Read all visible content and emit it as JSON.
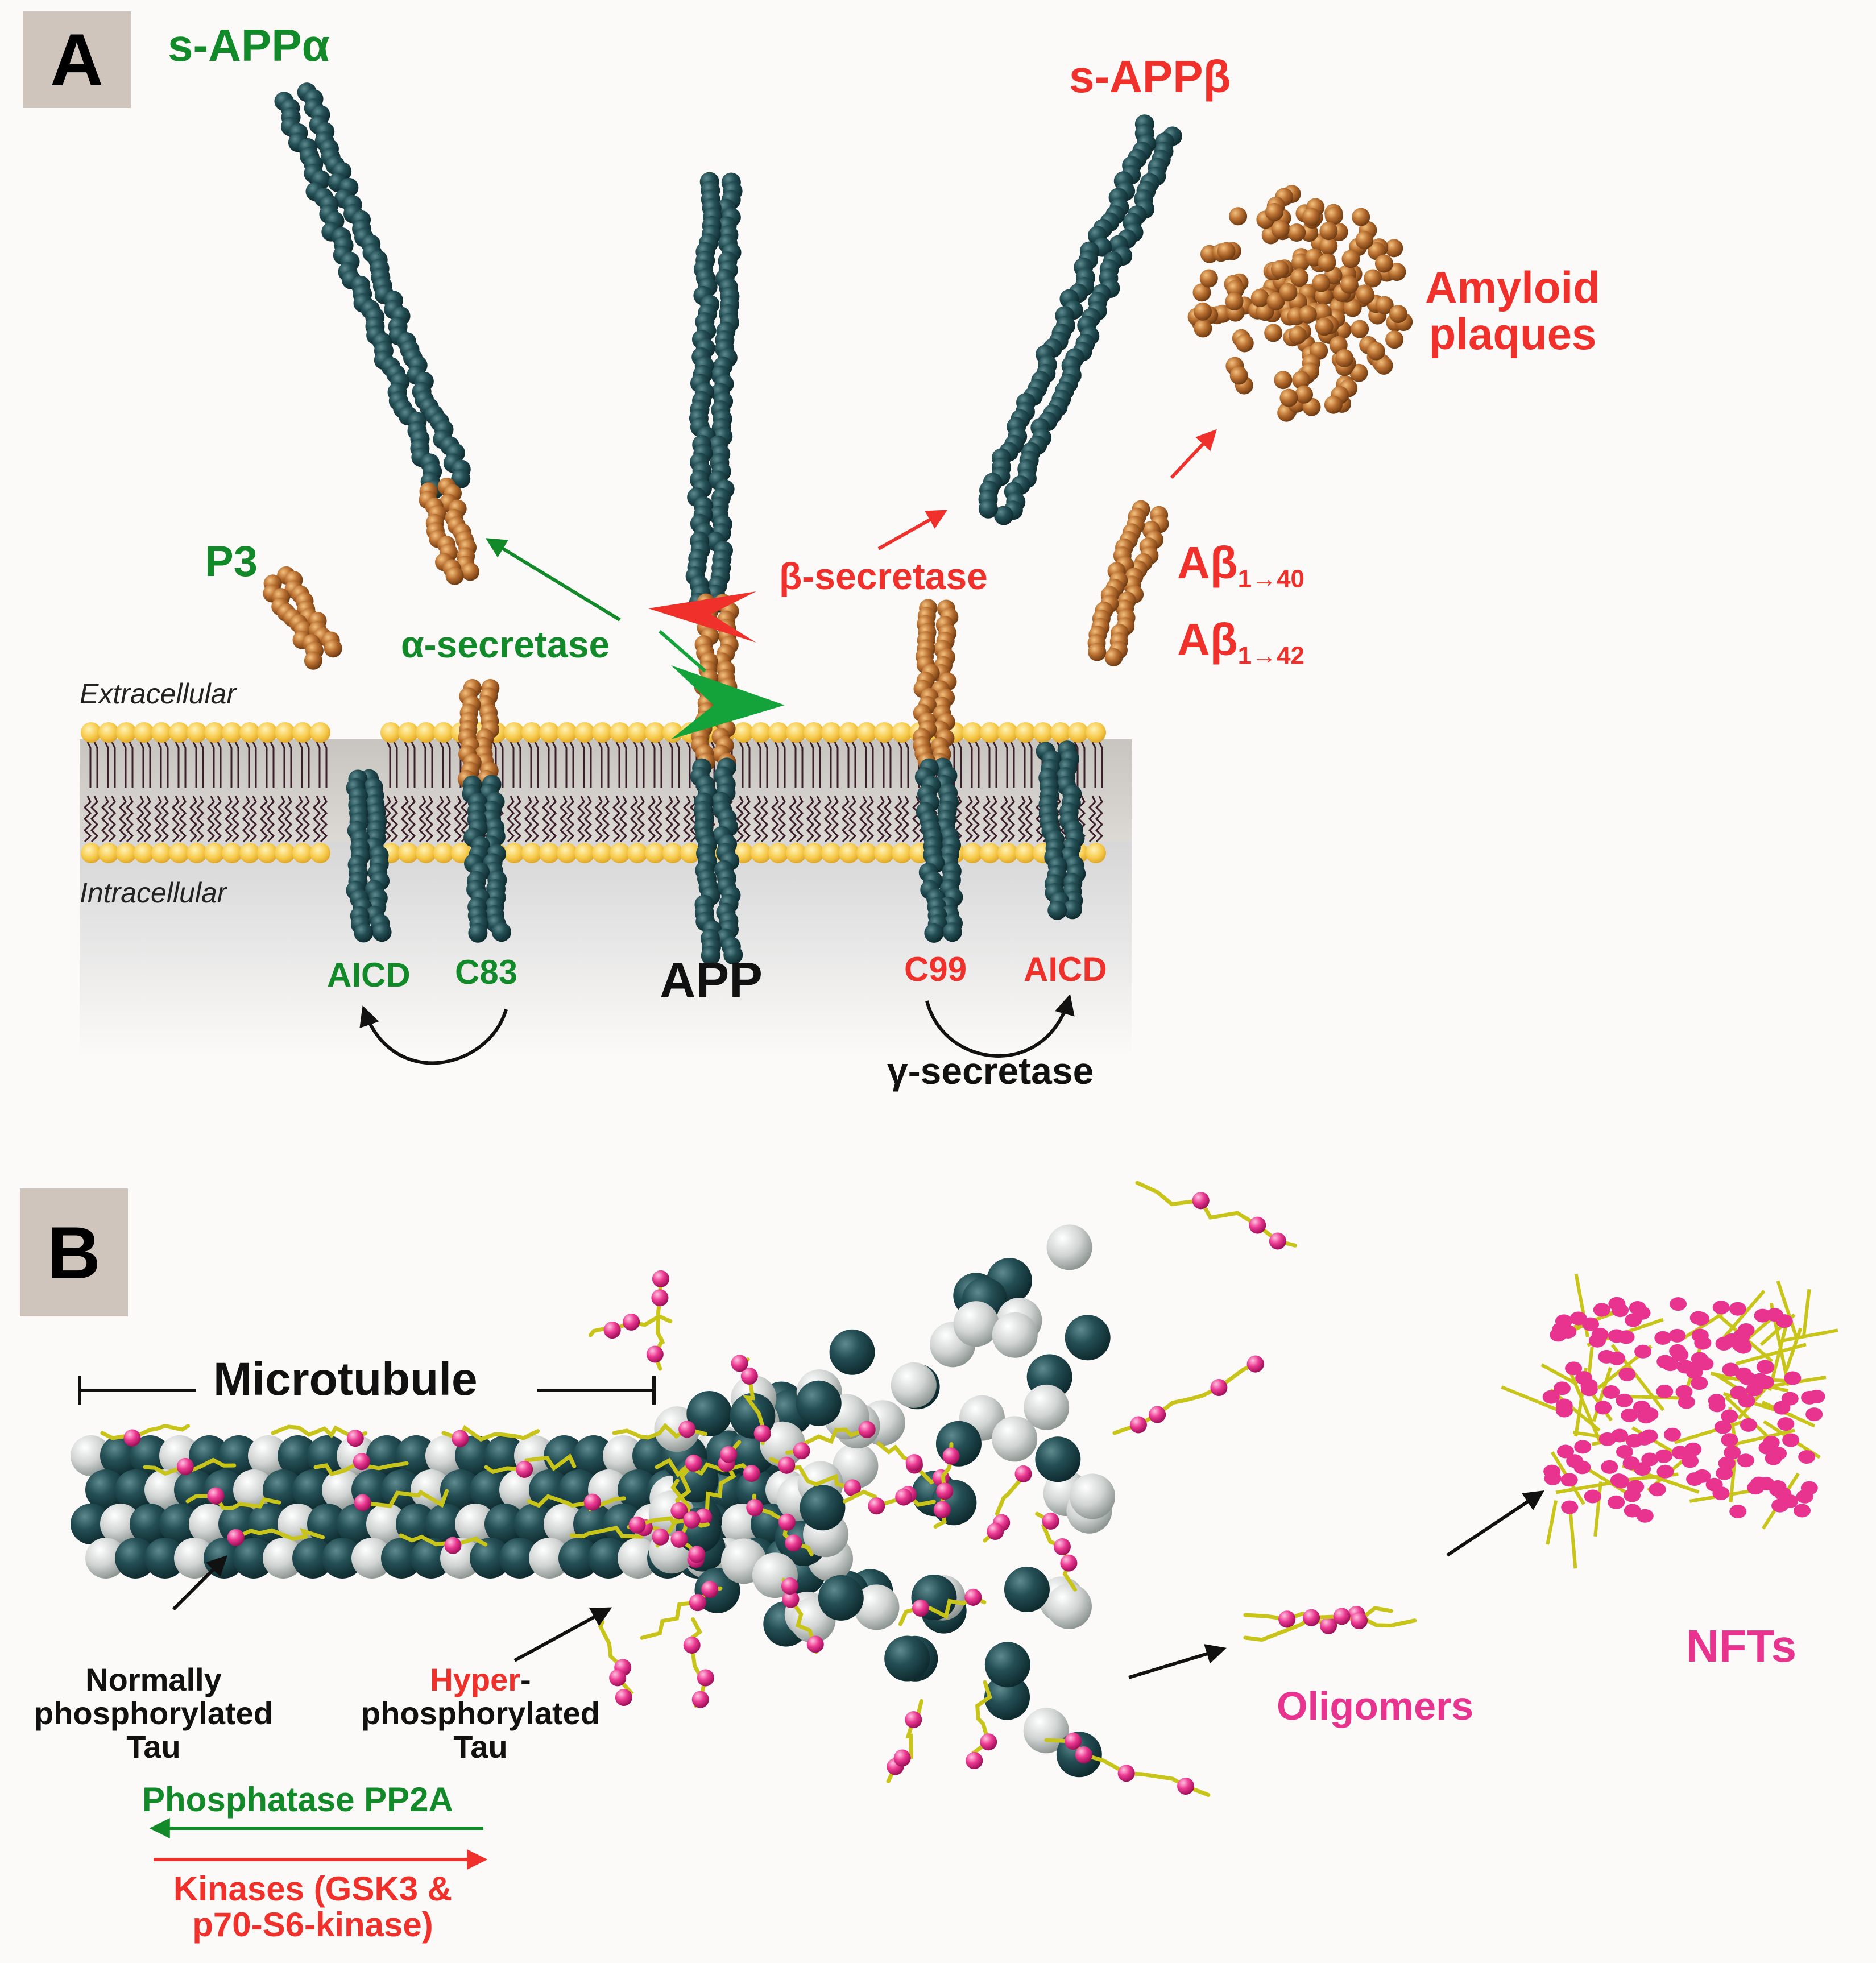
{
  "colors": {
    "green": "#128a2a",
    "red": "#f0302a",
    "pink": "#e8338f",
    "black": "#111111",
    "protein": "#1d4a50",
    "amyloid": "#b06a2e",
    "lipid": "#f5c845",
    "tubulin_light": "#c8ccca",
    "tau_strand": "#c8c419"
  },
  "panel_a": {
    "badge": "A",
    "s_app_alpha": "s-APPα",
    "s_app_beta": "s-APPβ",
    "amyloid_plaques": [
      "Amyloid",
      "plaques"
    ],
    "p3": "P3",
    "alpha_secretase": "α-secretase",
    "beta_secretase": "β-secretase",
    "abeta_40": {
      "main": "Aβ",
      "sub": "1→40"
    },
    "abeta_42": {
      "main": "Aβ",
      "sub": "1→42"
    },
    "extracellular": "Extracellular",
    "intracellular": "Intracellular",
    "aicd_left": "AICD",
    "c83": "C83",
    "app": "APP",
    "c99": "C99",
    "aicd_right": "AICD",
    "gamma_secretase": "γ-secretase"
  },
  "panel_b": {
    "badge": "B",
    "microtubule": "Microtubule",
    "normal_tau": [
      "Normally",
      "phosphorylated",
      "Tau"
    ],
    "hyper_prefix": "Hyper",
    "hyper_suffix": "-",
    "hyper_rest": [
      "phosphorylated",
      "Tau"
    ],
    "phosphatase": "Phosphatase PP2A",
    "kinases": [
      "Kinases (GSK3 &",
      "p70-S6-kinase)"
    ],
    "oligomers": "Oligomers",
    "nfts": "NFTs"
  }
}
